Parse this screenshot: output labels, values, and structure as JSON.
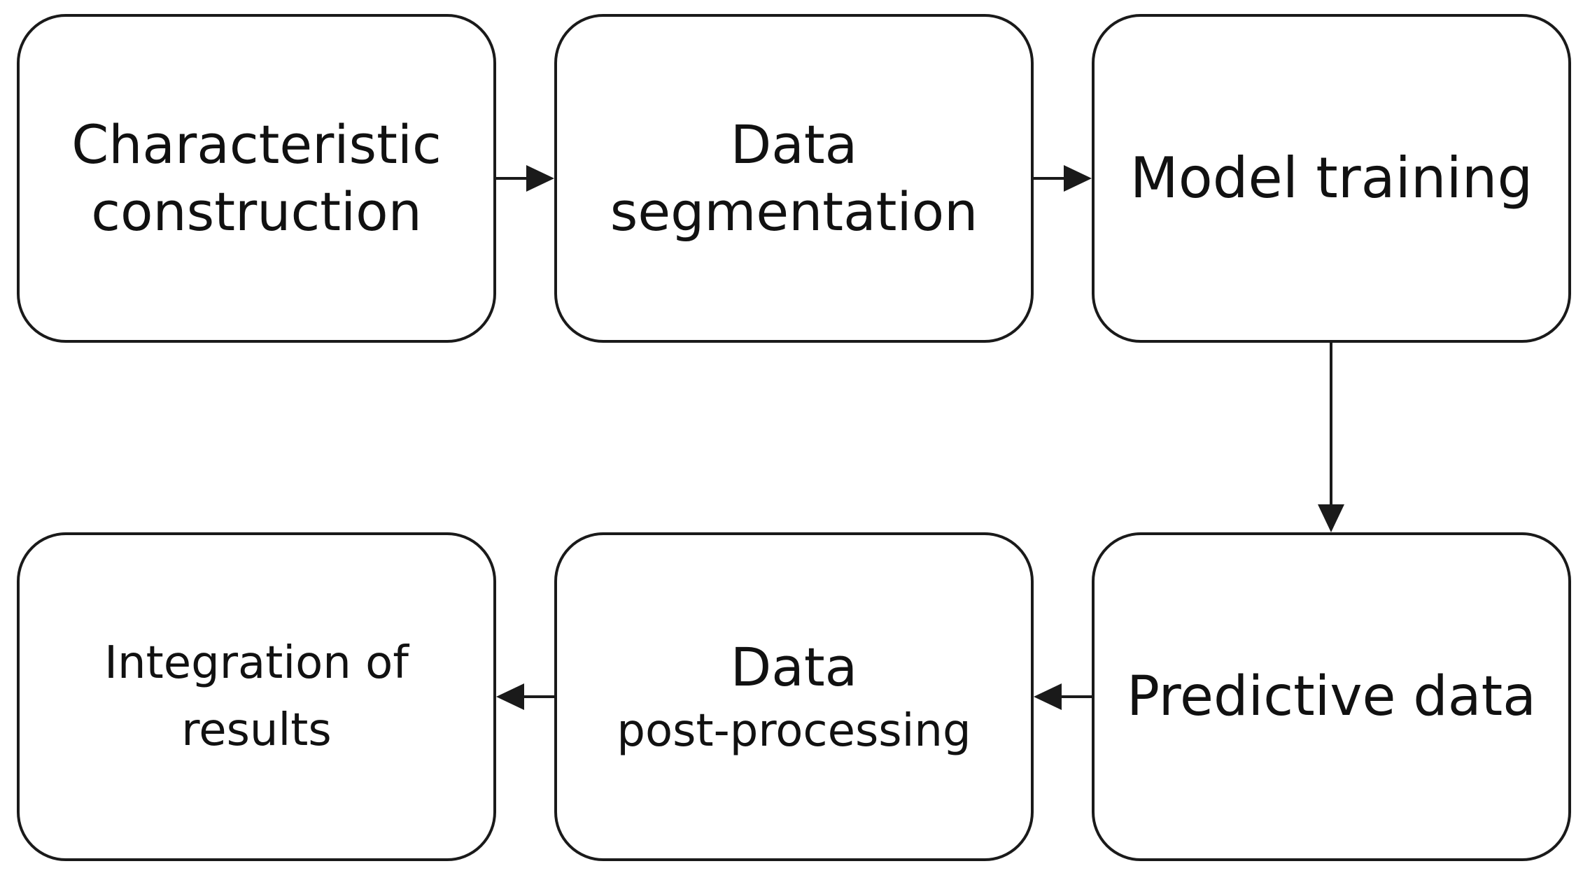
{
  "diagram": {
    "nodes": {
      "characteristic_construction": {
        "line1": "Characteristic",
        "line2": "construction"
      },
      "data_segmentation": {
        "line1": "Data",
        "line2": "segmentation"
      },
      "model_training": {
        "label": "Model training"
      },
      "predictive_data": {
        "label": "Predictive data"
      },
      "data_post_processing": {
        "line1": "Data",
        "line2": "post-processing"
      },
      "integration_of_results": {
        "line1": "Integration of",
        "line2": "results"
      }
    },
    "edges": [
      {
        "from": "characteristic_construction",
        "to": "data_segmentation"
      },
      {
        "from": "data_segmentation",
        "to": "model_training"
      },
      {
        "from": "model_training",
        "to": "predictive_data"
      },
      {
        "from": "predictive_data",
        "to": "data_post_processing"
      },
      {
        "from": "data_post_processing",
        "to": "integration_of_results"
      }
    ],
    "colors": {
      "stroke": "#1a1a1a",
      "background": "#ffffff",
      "text": "#111111"
    }
  }
}
